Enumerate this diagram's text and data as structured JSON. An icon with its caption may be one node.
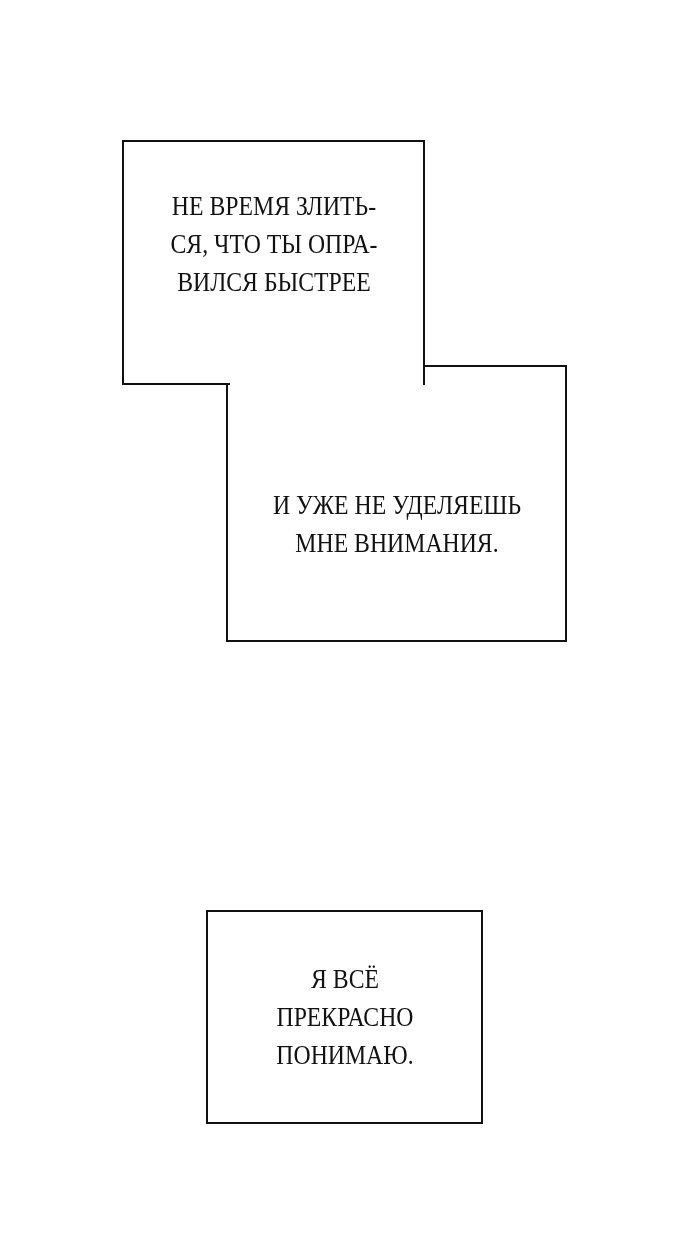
{
  "diagram": {
    "nodes": [
      {
        "text": [
          "НЕ ВРЕМЯ ЗЛИТЬ- СЯ, ЧТО ТЫ ОПРА- ВИЛСЯ БЫСТРЕЕ"
        ]
      },
      {
        "text": [
          "И УЖЕ НЕ УДЕЛЯЕШЬ МНЕ ВНИМАНИЯ."
        ]
      },
      {
        "text": [
          "Я ВСЁ ПРЕКРАСНО ПОНИМАЮ."
        ]
      }
    ]
  }
}
